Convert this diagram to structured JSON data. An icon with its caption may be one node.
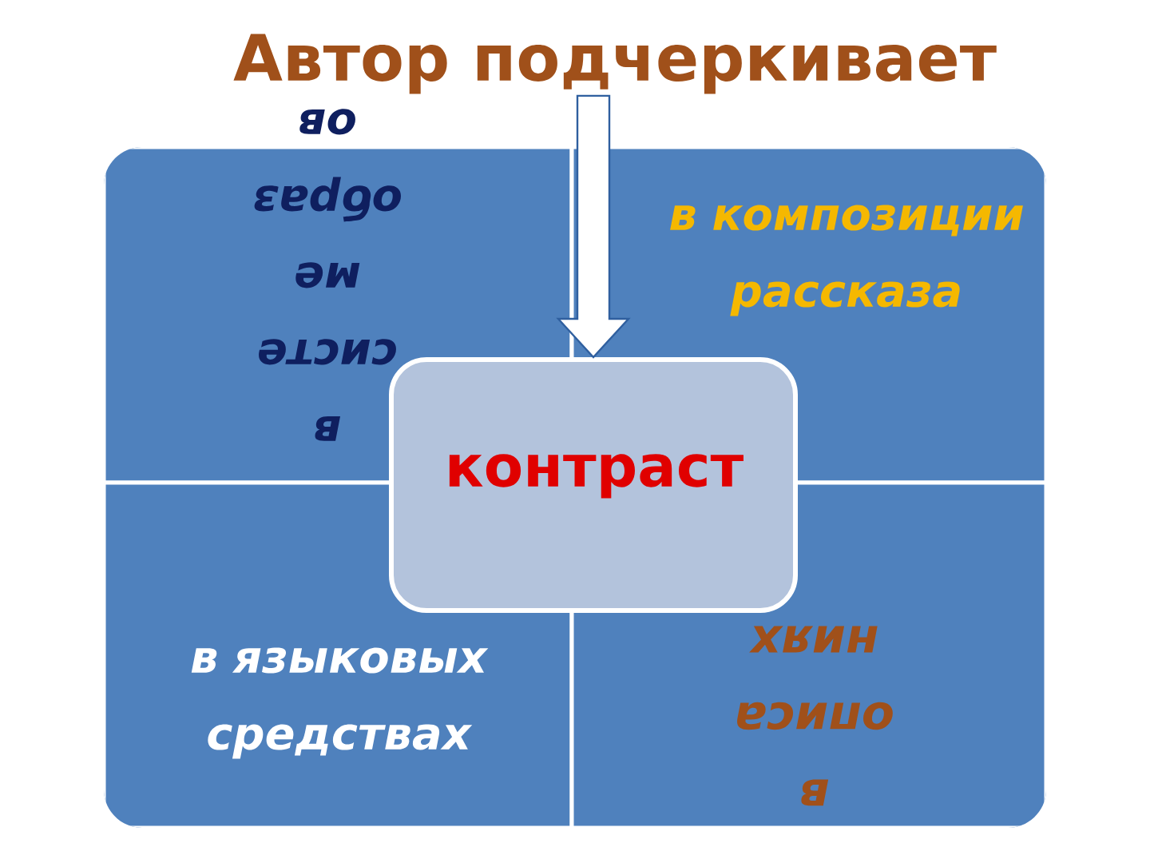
{
  "diagram": {
    "nodes": [
      {
        "text": [
          "Автор подчеркивает"
        ]
      },
      {
        "text": [
          "в систе ме образ ов"
        ]
      },
      {
        "text": [
          "в композиции рассказа"
        ]
      },
      {
        "text": [
          "в языковых средствах"
        ]
      },
      {
        "text": [
          "в описа ниях"
        ]
      },
      {
        "text": [
          "контраст"
        ]
      }
    ],
    "edges": [
      {
        "from": 0,
        "to": 5,
        "arrow": "to"
      }
    ]
  }
}
